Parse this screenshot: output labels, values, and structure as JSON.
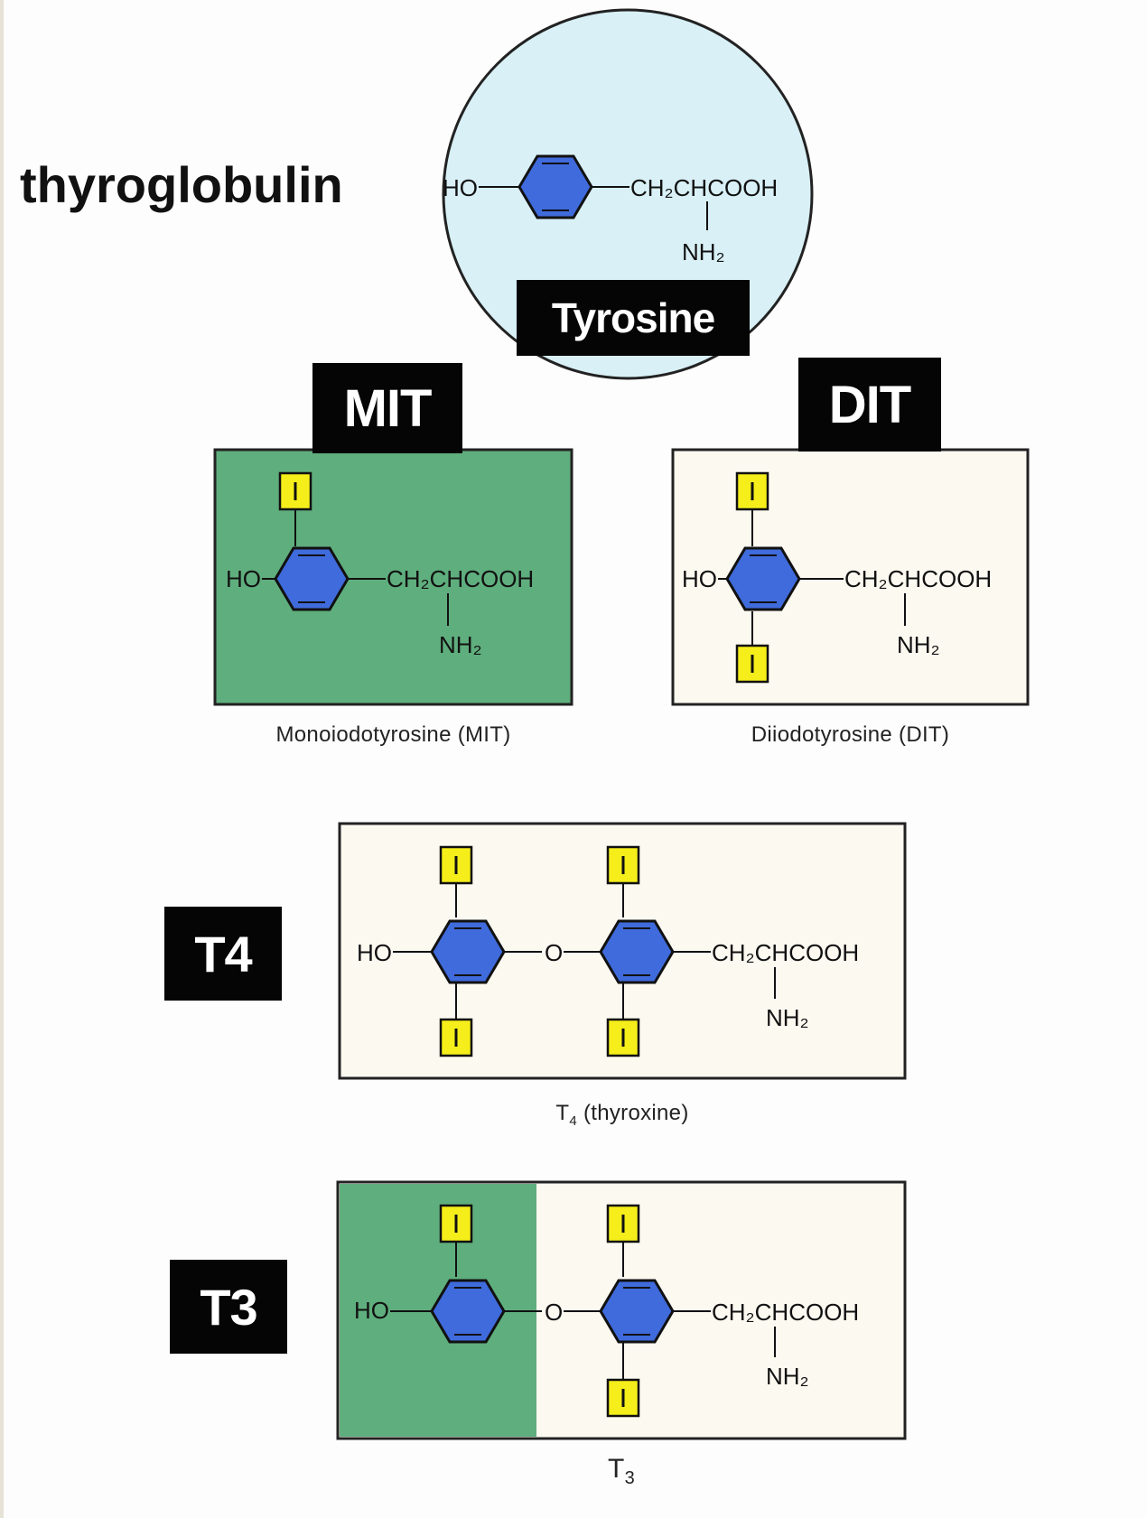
{
  "title": "thyroglobulin",
  "labels": {
    "tyrosine": "Tyrosine",
    "mit": "MIT",
    "dit": "DIT",
    "t4": "T4",
    "t3": "T3"
  },
  "captions": {
    "mit": "Monoiodotyrosine (MIT)",
    "dit": "Diiodotyrosine (DIT)",
    "t4_main": "T",
    "t4_sub": "4",
    "t4_rest": " (thyroxine)",
    "t3_main": "T",
    "t3_sub": "3"
  },
  "chem": {
    "ho": "HO",
    "o": "O",
    "side_chain": "CH₂CHCOOH",
    "amine": "NH₂",
    "iodine": "I"
  },
  "colors": {
    "ring": "#3f6bdc",
    "iodine": "#f5ee1a",
    "mit_panel": "#5fae7d",
    "light_panel": "#fcf9f1",
    "tyrosine_circle": "#d8f0f6"
  }
}
